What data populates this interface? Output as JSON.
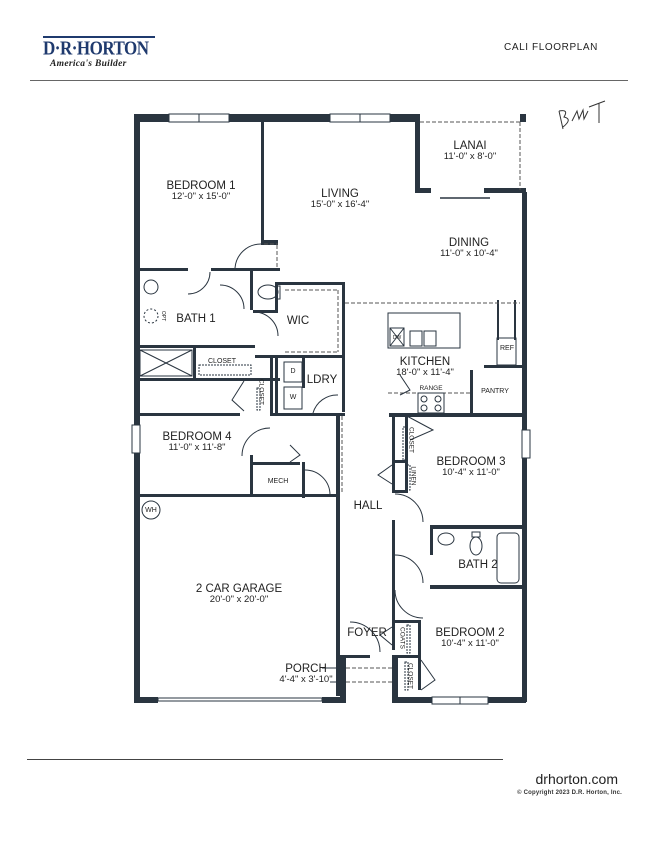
{
  "header": {
    "brand": "D·R·HORTON",
    "tagline": "America's Builder",
    "title": "CALI FLOORPLAN",
    "annotation": "BMT"
  },
  "colors": {
    "wall": "#2a3540",
    "brand": "#1f3a6e",
    "rule": "#666666"
  },
  "rooms": {
    "bedroom1": {
      "name": "BEDROOM 1",
      "dim": "12'-0\" x 15'-0\""
    },
    "living": {
      "name": "LIVING",
      "dim": "15'-0\" x 16'-4\""
    },
    "lanai": {
      "name": "LANAI",
      "dim": "11'-0\" x 8'-0\""
    },
    "dining": {
      "name": "DINING",
      "dim": "11'-0\" x 10'-4\""
    },
    "bath1": {
      "name": "BATH 1"
    },
    "wic": {
      "name": "WIC"
    },
    "kitchen": {
      "name": "KITCHEN",
      "dim": "18'-0\" x 11'-4\""
    },
    "ldry": {
      "name": "LDRY"
    },
    "bedroom4": {
      "name": "BEDROOM 4",
      "dim": "11'-0\" x 11'-8\""
    },
    "bedroom3": {
      "name": "BEDROOM 3",
      "dim": "10'-4\" x 11'-0\""
    },
    "hall": {
      "name": "HALL"
    },
    "bath2": {
      "name": "BATH 2"
    },
    "garage": {
      "name": "2 CAR GARAGE",
      "dim": "20'-0\" x 20'-0\""
    },
    "foyer": {
      "name": "FOYER"
    },
    "bedroom2": {
      "name": "BEDROOM 2",
      "dim": "10'-4\" x 11'-0\""
    },
    "porch": {
      "name": "PORCH",
      "dim": "4'-4\" x 3'-10\""
    }
  },
  "fixtures": {
    "closet_bath1": "CLOSET",
    "closet_hall": "CLOSET",
    "closet_bed3": "CLOSET",
    "linen": "LINEN",
    "coats": "COATS",
    "closet_bed2": "CLOSET",
    "mech": "MECH",
    "wh": "WH",
    "ref": "REF",
    "pantry": "PANTRY",
    "range": "RANGE",
    "dw": "DW",
    "dryer": "D",
    "washer": "W",
    "opt": "OPT"
  },
  "footer": {
    "site": "drhorton.com",
    "copyright": "© Copyright 2023 D.R. Horton, Inc."
  }
}
